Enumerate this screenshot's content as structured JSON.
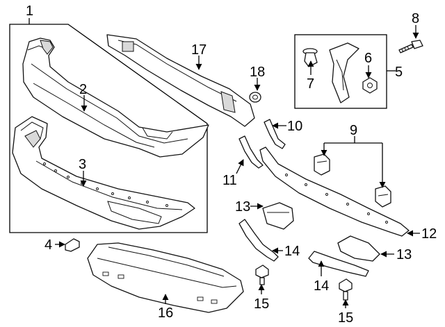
{
  "callouts": [
    {
      "id": "1",
      "label": "1"
    },
    {
      "id": "2",
      "label": "2"
    },
    {
      "id": "3",
      "label": "3"
    },
    {
      "id": "4",
      "label": "4"
    },
    {
      "id": "5",
      "label": "5"
    },
    {
      "id": "6",
      "label": "6"
    },
    {
      "id": "7",
      "label": "7"
    },
    {
      "id": "8",
      "label": "8"
    },
    {
      "id": "9",
      "label": "9"
    },
    {
      "id": "10",
      "label": "10"
    },
    {
      "id": "11",
      "label": "11"
    },
    {
      "id": "12",
      "label": "12"
    },
    {
      "id": "13a",
      "label": "13"
    },
    {
      "id": "13b",
      "label": "13"
    },
    {
      "id": "14a",
      "label": "14"
    },
    {
      "id": "14b",
      "label": "14"
    },
    {
      "id": "15a",
      "label": "15"
    },
    {
      "id": "15b",
      "label": "15"
    },
    {
      "id": "16",
      "label": "16"
    },
    {
      "id": "17",
      "label": "17"
    },
    {
      "id": "18",
      "label": "18"
    }
  ]
}
